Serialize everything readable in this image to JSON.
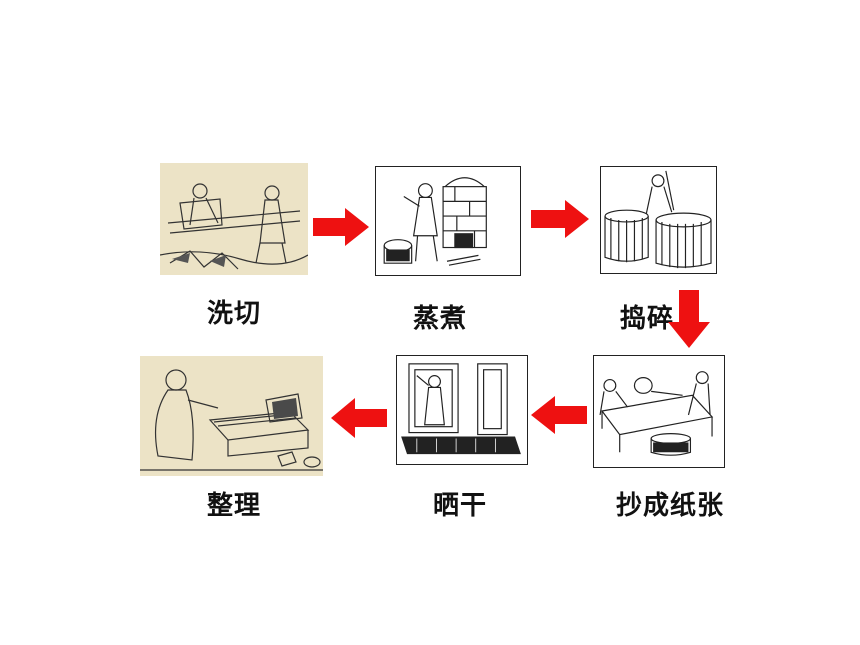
{
  "steps": [
    {
      "id": "wash-cut",
      "label": "洗切"
    },
    {
      "id": "steam-boil",
      "label": "蒸煮"
    },
    {
      "id": "pound",
      "label": "捣碎"
    },
    {
      "id": "make-sheet",
      "label": "抄成纸张"
    },
    {
      "id": "sun-dry",
      "label": "晒干"
    },
    {
      "id": "arrange",
      "label": "整理"
    }
  ],
  "colors": {
    "arrow": "#ee1111",
    "ink": "#222222",
    "aged_paper": "#ece3c6"
  },
  "icons": {
    "flow_arrow": "red-flow-arrow-icon"
  }
}
